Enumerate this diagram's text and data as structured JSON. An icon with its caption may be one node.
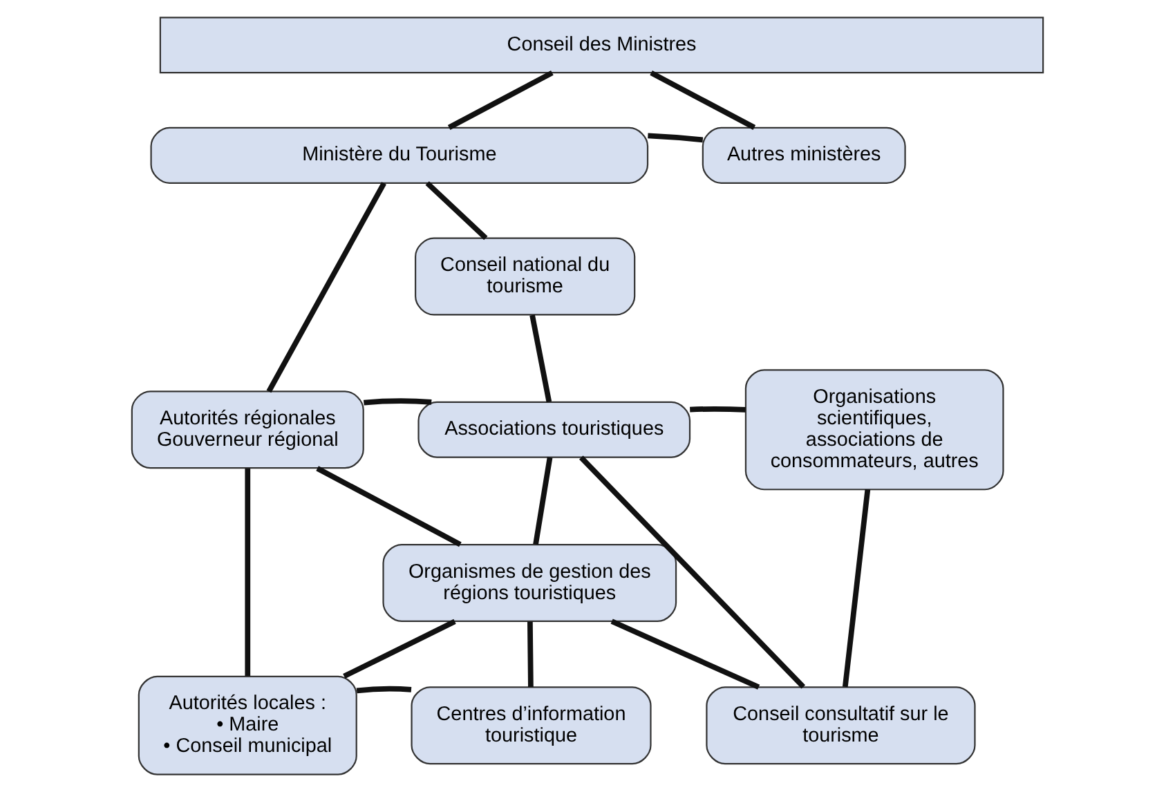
{
  "diagram": {
    "nodes": [
      {
        "text": [
          "Conseil des Ministres"
        ]
      },
      {
        "text": [
          "Ministère du Tourisme"
        ]
      },
      {
        "text": [
          "Autres ministères"
        ]
      },
      {
        "text": [
          "Conseil national du tourisme"
        ]
      },
      {
        "text": [
          "Associations touristiques"
        ]
      },
      {
        "text": [
          "Autorités régionales Gouverneur régional"
        ]
      },
      {
        "text": [
          "Organisations scientifiques, associations de consommateurs, autres"
        ]
      },
      {
        "text": [
          "Organismes de gestion des régions touristiques"
        ]
      },
      {
        "text": [
          "Autorités locales :",
          "• Maire",
          "• Conseil municipal"
        ]
      },
      {
        "text": [
          "Centres d’information touristique"
        ]
      },
      {
        "text": [
          "Conseil consultatif sur le tourisme"
        ]
      }
    ],
    "edges": [
      {
        "from": 0,
        "to": 1,
        "arrow": "none"
      },
      {
        "from": 0,
        "to": 2,
        "arrow": "none"
      },
      {
        "from": 1,
        "to": 2,
        "arrow": "none"
      },
      {
        "from": 1,
        "to": 5,
        "arrow": "none"
      },
      {
        "from": 1,
        "to": 3,
        "arrow": "none"
      },
      {
        "from": 3,
        "to": 4,
        "arrow": "none"
      },
      {
        "from": 5,
        "to": 4,
        "arrow": "none"
      },
      {
        "from": 4,
        "to": 6,
        "arrow": "none"
      },
      {
        "from": 4,
        "to": 7,
        "arrow": "none"
      },
      {
        "from": 4,
        "to": 10,
        "arrow": "none"
      },
      {
        "from": 5,
        "to": 7,
        "arrow": "none"
      },
      {
        "from": 5,
        "to": 8,
        "arrow": "none"
      },
      {
        "from": 8,
        "to": 7,
        "arrow": "none"
      },
      {
        "from": 8,
        "to": 9,
        "arrow": "none"
      },
      {
        "from": 7,
        "to": 9,
        "arrow": "none"
      },
      {
        "from": 7,
        "to": 10,
        "arrow": "none"
      },
      {
        "from": 6,
        "to": 10,
        "arrow": "none"
      }
    ]
  }
}
